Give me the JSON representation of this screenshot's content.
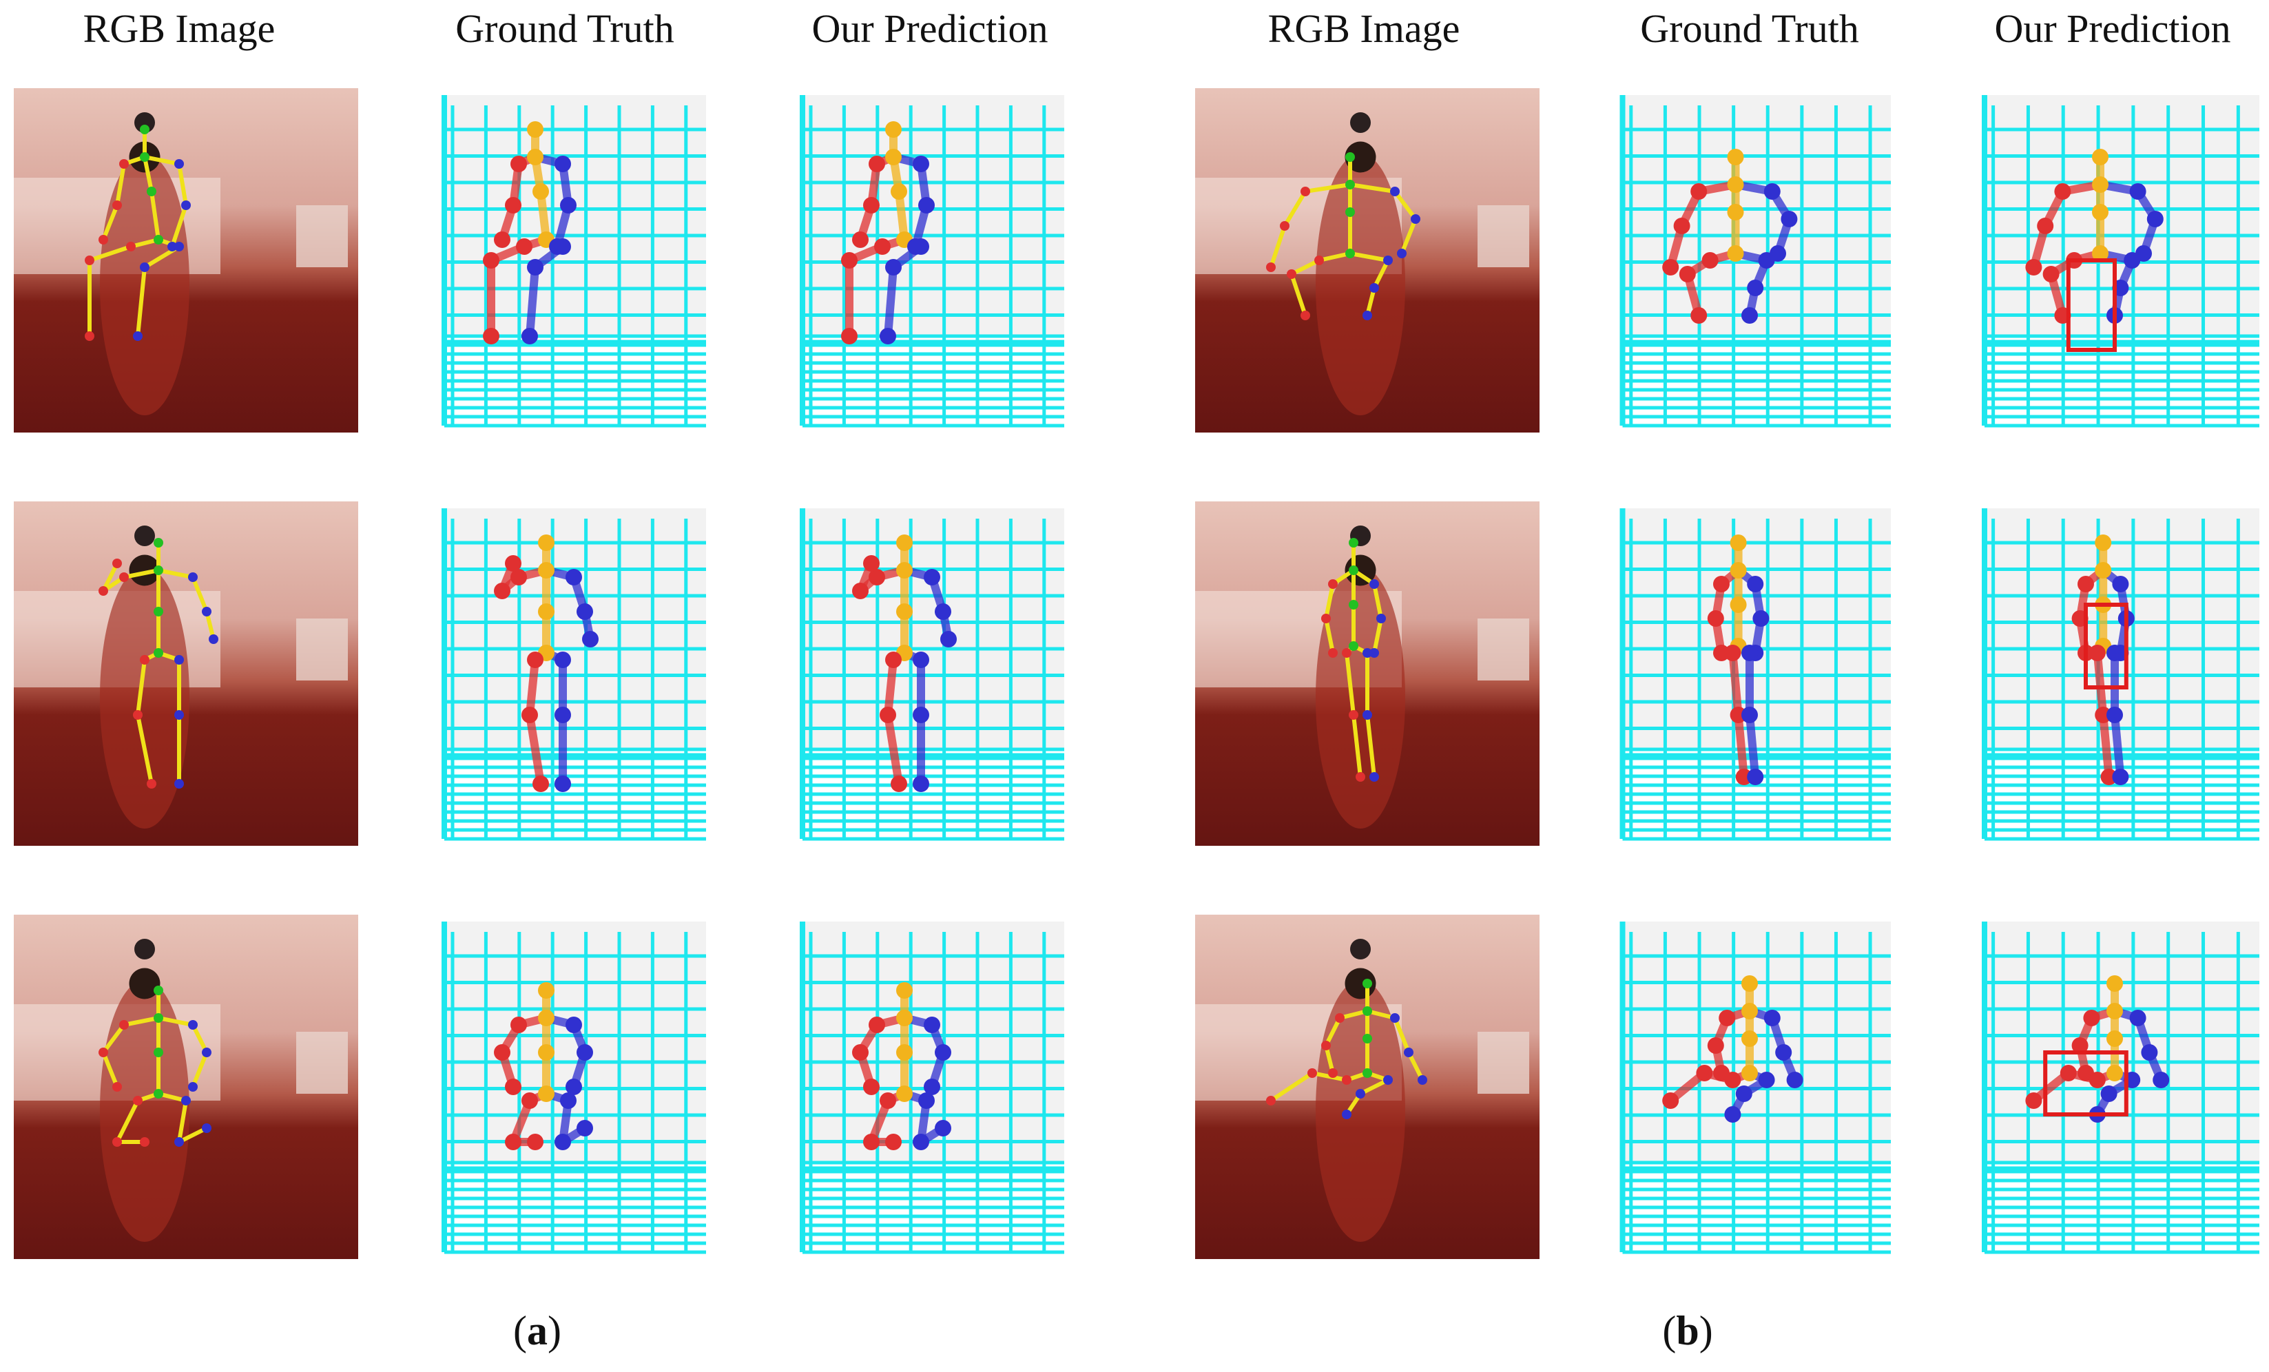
{
  "header": {
    "a_rgb": "RGB Image",
    "a_gt": "Ground Truth",
    "a_pred": "Our Prediction",
    "b_rgb": "RGB Image",
    "b_gt": "Ground Truth",
    "b_pred": "Our Prediction"
  },
  "labels": {
    "a": "a",
    "b": "b"
  },
  "colors": {
    "grid": "#1ee7ee",
    "wall": "#f2f2f2",
    "left_limb": "#e03030",
    "right_limb": "#3030d0",
    "spine": "#f2b31c",
    "joint_green": "#22c022",
    "bone_yellow": "#f0e21a",
    "highlight_box": "#e11d1d"
  }
}
